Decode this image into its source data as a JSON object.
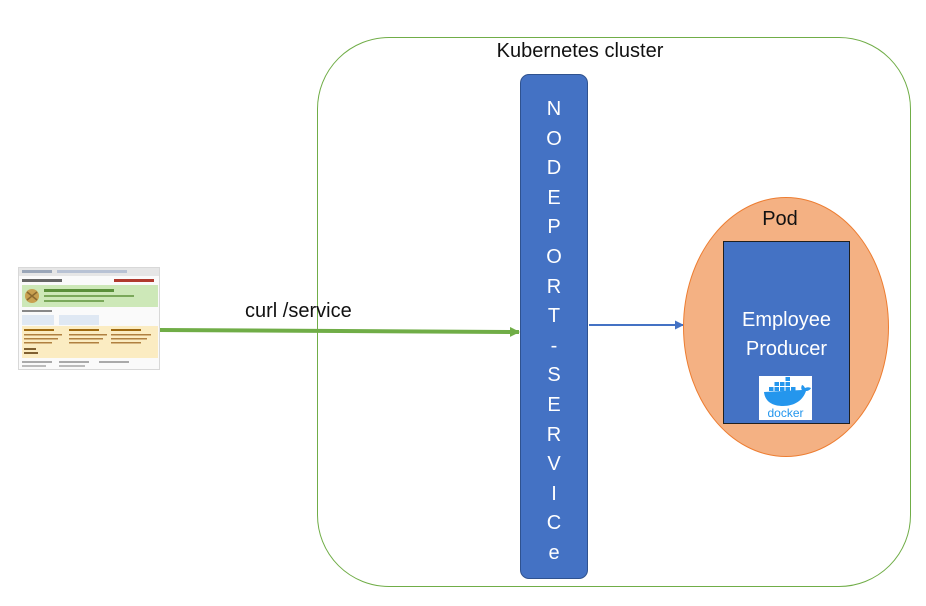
{
  "cluster": {
    "title": "Kubernetes cluster"
  },
  "service": {
    "letters": [
      "N",
      "O",
      "D",
      "E",
      "P",
      "O",
      "R",
      "T",
      "-",
      "S",
      "E",
      "R",
      "V",
      "I",
      "C",
      "e"
    ]
  },
  "pod": {
    "label": "Pod"
  },
  "container": {
    "name_line1": "Employee",
    "name_line2": "Producer",
    "logo_text": "docker",
    "logo_icon": "docker-whale-icon"
  },
  "client": {
    "icon": "browser-screenshot-thumbnail",
    "request_label": "curl /service"
  },
  "colors": {
    "cluster_border": "#70ad47",
    "request_arrow": "#70ad47",
    "service_fill": "#4472c4",
    "pod_fill": "#f4b183",
    "pod_border": "#ed7d31",
    "container_fill": "#4472c4",
    "forward_arrow": "#4472c4"
  }
}
